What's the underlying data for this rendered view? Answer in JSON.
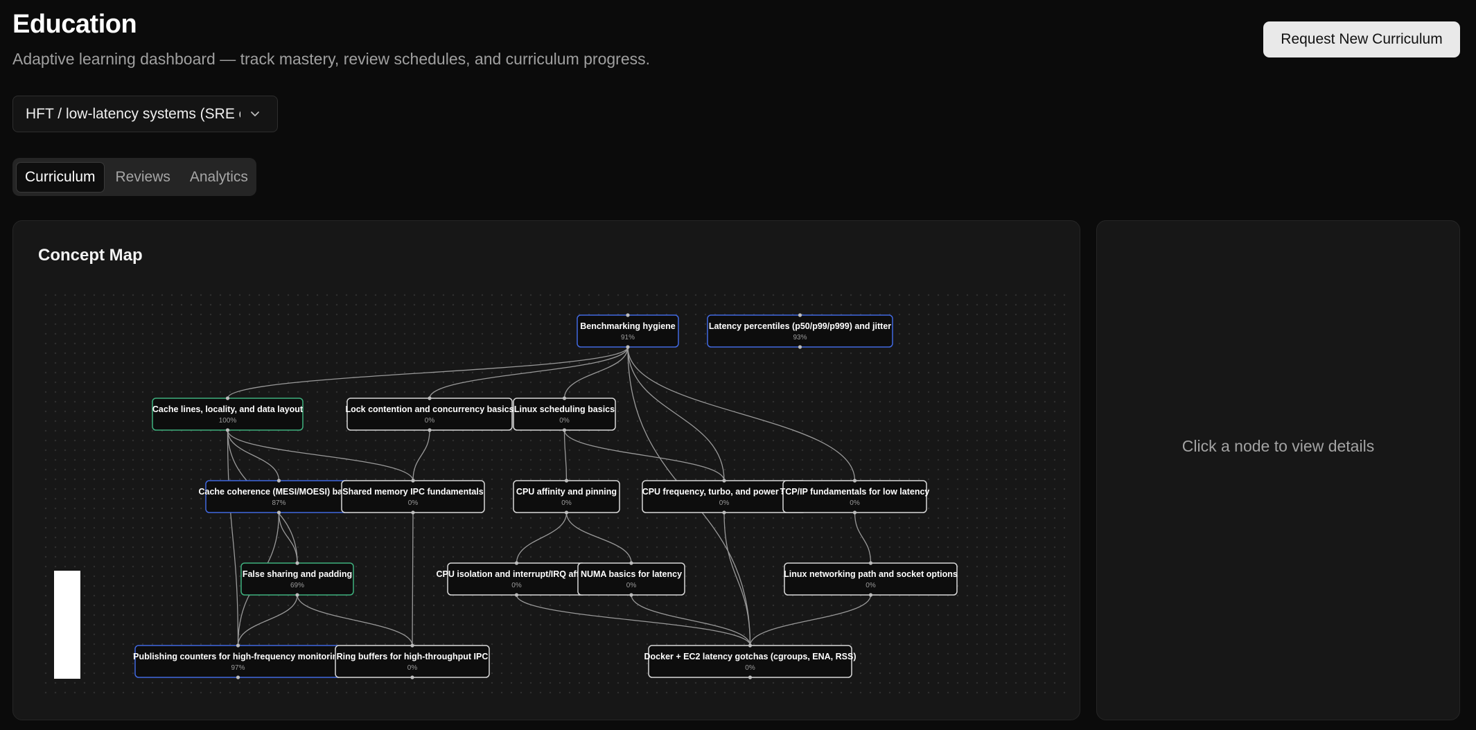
{
  "header": {
    "title": "Education",
    "subtitle": "Adaptive learning dashboard — track mastery, review schedules, and curriculum progress.",
    "request_button": "Request New Curriculum"
  },
  "curriculum_select": {
    "value": "HFT / low-latency systems (SRE on AWS)",
    "icon": "chevron-down-icon"
  },
  "tabs": [
    {
      "label": "Curriculum",
      "active": true
    },
    {
      "label": "Reviews",
      "active": false
    },
    {
      "label": "Analytics",
      "active": false
    }
  ],
  "concept_map": {
    "title": "Concept Map",
    "colors": {
      "mastered": "#3fb27f",
      "progress": "#4169e1",
      "none": "#d9d9d9",
      "edge": "#9a9a9a"
    },
    "nodes": [
      {
        "id": "bench",
        "label": "Benchmarking hygiene",
        "pct": "91%",
        "status": "progress"
      },
      {
        "id": "lat",
        "label": "Latency percentiles (p50/p99/p999) and jitter",
        "pct": "93%",
        "status": "progress"
      },
      {
        "id": "cache",
        "label": "Cache lines, locality, and data layout",
        "pct": "100%",
        "status": "mastered"
      },
      {
        "id": "lock",
        "label": "Lock contention and concurrency basics",
        "pct": "0%",
        "status": "none"
      },
      {
        "id": "sched",
        "label": "Linux scheduling basics",
        "pct": "0%",
        "status": "none"
      },
      {
        "id": "coh",
        "label": "Cache coherence (MESI/MOESI) basics",
        "pct": "87%",
        "status": "progress"
      },
      {
        "id": "shm",
        "label": "Shared memory IPC fundamentals",
        "pct": "0%",
        "status": "none"
      },
      {
        "id": "aff",
        "label": "CPU affinity and pinning",
        "pct": "0%",
        "status": "none"
      },
      {
        "id": "freq",
        "label": "CPU frequency, turbo, and power states",
        "pct": "0%",
        "status": "none"
      },
      {
        "id": "tcp",
        "label": "TCP/IP fundamentals for low latency",
        "pct": "0%",
        "status": "none"
      },
      {
        "id": "fs",
        "label": "False sharing and padding",
        "pct": "69%",
        "status": "mastered"
      },
      {
        "id": "iso",
        "label": "CPU isolation and interrupt/IRQ affinity",
        "pct": "0%",
        "status": "none"
      },
      {
        "id": "numa",
        "label": "NUMA basics for latency",
        "pct": "0%",
        "status": "none"
      },
      {
        "id": "net",
        "label": "Linux networking path and socket options",
        "pct": "0%",
        "status": "none"
      },
      {
        "id": "pub",
        "label": "Publishing counters for high-frequency monitoring",
        "pct": "97%",
        "status": "progress"
      },
      {
        "id": "ring",
        "label": "Ring buffers for high-throughput IPC",
        "pct": "0%",
        "status": "none"
      },
      {
        "id": "dock",
        "label": "Docker + EC2 latency gotchas (cgroups, ENA, RSS)",
        "pct": "0%",
        "status": "none"
      }
    ],
    "edges": [
      [
        "bench",
        "cache"
      ],
      [
        "bench",
        "lock"
      ],
      [
        "bench",
        "sched"
      ],
      [
        "bench",
        "freq"
      ],
      [
        "bench",
        "tcp"
      ],
      [
        "bench",
        "dock"
      ],
      [
        "cache",
        "coh"
      ],
      [
        "cache",
        "shm"
      ],
      [
        "cache",
        "fs"
      ],
      [
        "cache",
        "pub"
      ],
      [
        "lock",
        "shm"
      ],
      [
        "sched",
        "aff"
      ],
      [
        "sched",
        "freq"
      ],
      [
        "coh",
        "fs"
      ],
      [
        "coh",
        "pub"
      ],
      [
        "aff",
        "iso"
      ],
      [
        "aff",
        "numa"
      ],
      [
        "fs",
        "pub"
      ],
      [
        "fs",
        "ring"
      ],
      [
        "shm",
        "ring"
      ],
      [
        "tcp",
        "net"
      ],
      [
        "iso",
        "dock"
      ],
      [
        "numa",
        "dock"
      ],
      [
        "net",
        "dock"
      ],
      [
        "freq",
        "dock"
      ]
    ]
  },
  "details_panel": {
    "hint": "Click a node to view details"
  }
}
